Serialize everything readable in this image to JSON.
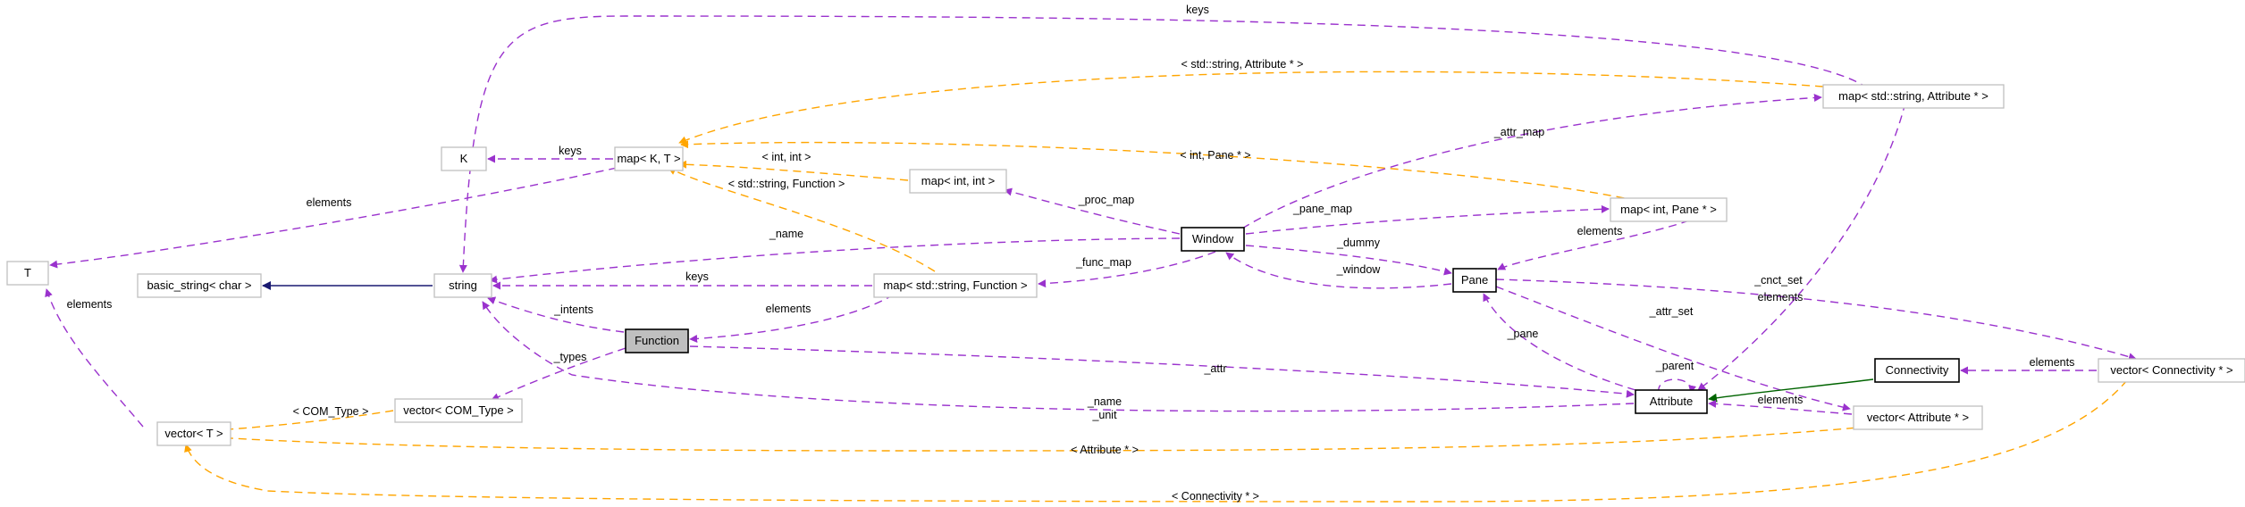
{
  "nodes": {
    "T": "T",
    "K": "K",
    "basic_string": "basic_string< char >",
    "string": "string",
    "map_KT": "map< K, T >",
    "map_int_int": "map< int, int >",
    "map_str_fn": "map< std::string, Function >",
    "window": "Window",
    "map_str_attr": "map< std::string, Attribute * >",
    "map_int_pane": "map< int, Pane * >",
    "pane": "Pane",
    "function": "Function",
    "vector_comtype": "vector< COM_Type >",
    "vector_T": "vector< T >",
    "attribute": "Attribute",
    "connectivity": "Connectivity",
    "vector_conn": "vector< Connectivity * >",
    "vector_attr": "vector< Attribute * >"
  },
  "edges": {
    "keys_top": "keys",
    "std_string_attr": "< std::string, Attribute * >",
    "keys_mapKT": "keys",
    "int_int": "< int, int >",
    "int_pane": "< int, Pane * >",
    "attr_map": "_attr_map",
    "elements_T": "elements",
    "std_string_fn": "< std::string, Function >",
    "proc_map": "_proc_map",
    "pane_map": "_pane_map",
    "elements_pane": "elements",
    "name_window": "_name",
    "dummy": "_dummy",
    "keys_mapfn": "keys",
    "func_map": "_func_map",
    "window_back": "_window",
    "cnct_set": "_cnct_set",
    "elements_attr_top": "elements",
    "intents": "_intents",
    "elements_fn": "elements",
    "attr_set": "_attr_set",
    "pane_back": "_pane",
    "parent": "_parent",
    "elements_vecT": "elements",
    "types": "_types",
    "attr": "_attr",
    "elements_conn": "elements",
    "com_type": "< COM_Type >",
    "name_attr": "_name",
    "unit_attr": "_unit",
    "elements_vecattr": "elements",
    "attribute_ptr": "< Attribute * >",
    "connectivity_ptr": "< Connectivity * >"
  },
  "colors": {
    "usage": "#9a32cd",
    "template": "#ffa500",
    "inherit_blue": "#191970",
    "inherit_green": "#006400",
    "focus_fill": "#bfbfbf",
    "border_grey": "#bfbfbf"
  }
}
